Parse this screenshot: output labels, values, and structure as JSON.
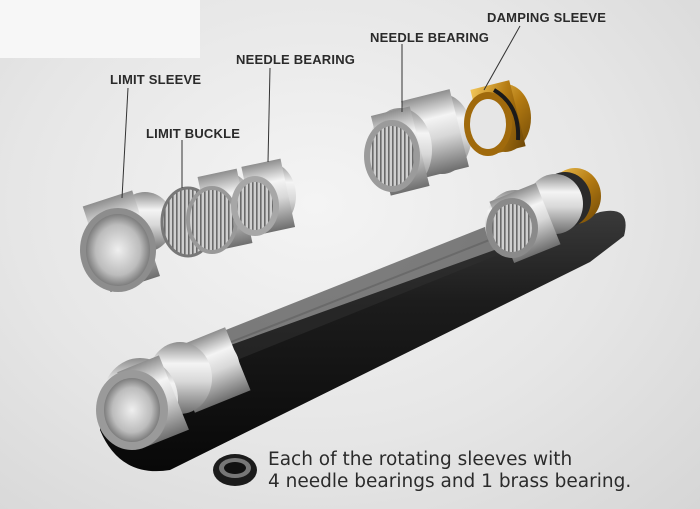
{
  "callouts": {
    "damping_sleeve": "DAMPING SLEEVE",
    "needle_bearing_right": "NEEDLE BEARING",
    "needle_bearing_left": "NEEDLE BEARING",
    "limit_sleeve": "LIMIT SLEEVE",
    "limit_buckle": "LIMIT BUCKLE"
  },
  "caption": {
    "line1": "Each of the rotating sleeves with",
    "line2": "4 needle bearings and 1 brass bearing."
  },
  "colors": {
    "tube": "#1b1b1b",
    "steel": "#c9c9c9",
    "brass": "#c8921c",
    "text": "#2a2a2a"
  },
  "icons": [
    "bearing-ring-icon"
  ]
}
